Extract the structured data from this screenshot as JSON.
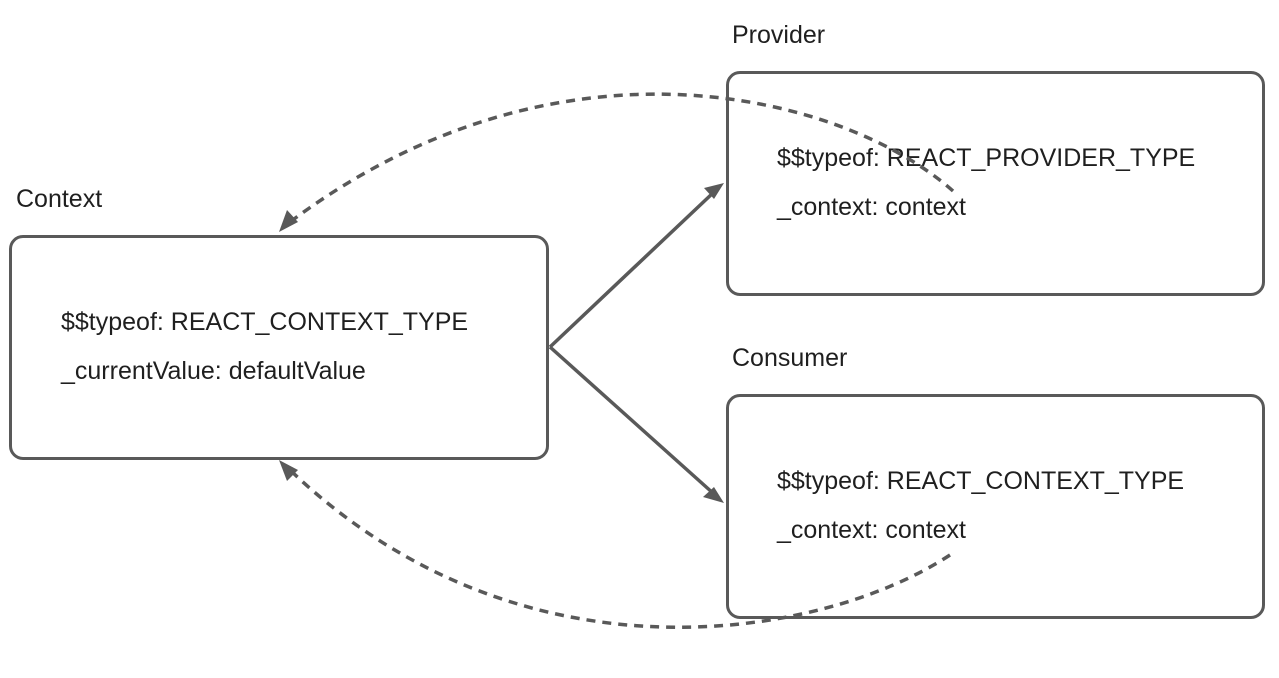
{
  "nodes": {
    "context": {
      "title": "Context",
      "fields": [
        "$$typeof: REACT_CONTEXT_TYPE",
        "_currentValue: defaultValue"
      ]
    },
    "provider": {
      "title": "Provider",
      "fields": [
        "$$typeof: REACT_PROVIDER_TYPE",
        "_context: context"
      ]
    },
    "consumer": {
      "title": "Consumer",
      "fields": [
        "$$typeof: REACT_CONTEXT_TYPE",
        "_context: context"
      ]
    }
  },
  "edges": [
    {
      "from": "context",
      "to": "provider",
      "style": "solid"
    },
    {
      "from": "context",
      "to": "consumer",
      "style": "solid"
    },
    {
      "from": "provider",
      "to": "context",
      "style": "dashed"
    },
    {
      "from": "consumer",
      "to": "context",
      "style": "dashed"
    }
  ],
  "colors": {
    "stroke": "#595959",
    "text": "#1f1f1f",
    "background": "#ffffff"
  }
}
